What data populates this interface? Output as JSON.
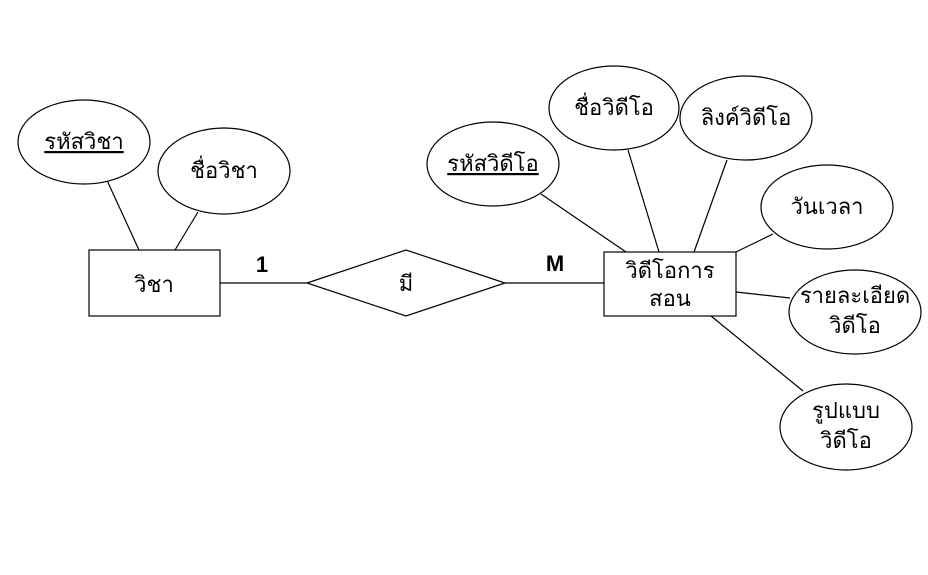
{
  "entities": {
    "subject": "วิชา",
    "video_line1": "วิดีโอการ",
    "video_line2": "สอน"
  },
  "relationship": {
    "label": "มี"
  },
  "cardinality": {
    "left": "1",
    "right": "M"
  },
  "attributes": {
    "subject_id": "รหัสวิชา",
    "subject_name": "ชื่อวิชา",
    "video_id": "รหัสวิดีโอ",
    "video_name": "ชื่อวิดีโอ",
    "video_link": "ลิงค์วิดีโอ",
    "datetime": "วันเวลา",
    "detail_line1": "รายละเอียด",
    "detail_line2": "วิดีโอ",
    "format_line1": "รูปแบบ",
    "format_line2": "วิดีโอ"
  }
}
